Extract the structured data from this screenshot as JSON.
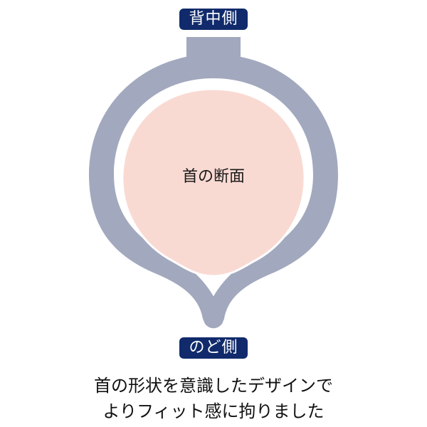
{
  "diagram": {
    "labels": {
      "top": "背中側",
      "bottom": "のど側",
      "center": "首の断面"
    },
    "caption": {
      "line1": "首の形状を意識したデザインで",
      "line2": "よりフィット感に拘りました"
    },
    "colors": {
      "ring": "#a2a9be",
      "neck_section": "#f9dad3",
      "badge_bg": "#102a6b",
      "badge_text": "#ffffff",
      "text": "#111111"
    }
  }
}
